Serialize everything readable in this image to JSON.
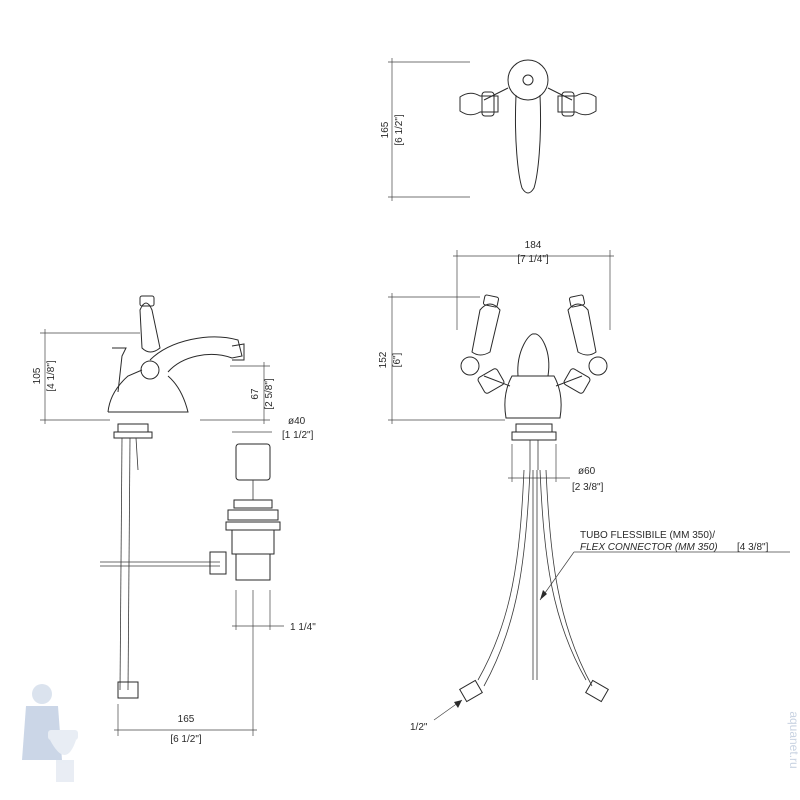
{
  "top_view": {
    "dim_height_mm": "165",
    "dim_height_in": "[6 1/2\"]"
  },
  "side_view": {
    "dim_height_mm": "105",
    "dim_height_in": "[4 1/8\"]",
    "dim_spout_mm": "67",
    "dim_spout_in": "[2 5/8\"]",
    "dim_waste_dia_mm": "ø40",
    "dim_waste_dia_in": "[1 1/2\"]",
    "dim_waste_thread": "1 1/4\"",
    "dim_depth_mm": "165",
    "dim_depth_in": "[6 1/2\"]"
  },
  "front_view": {
    "dim_width_mm": "184",
    "dim_width_in": "[7 1/4\"]",
    "dim_height_mm": "152",
    "dim_height_in": "[6\"]",
    "dim_base_dia_mm": "ø60",
    "dim_base_dia_in": "[2 3/8\"]",
    "flex_label_it": "TUBO FLESSIBILE (MM 350)/",
    "flex_label_en": "FLEX CONNECTOR (MM 350)",
    "flex_label_in": "[4 3/8\"]",
    "connector_thread": "1/2\""
  },
  "watermark": {
    "text": "aquanet.ru",
    "logo": "plumber-mascot-icon"
  },
  "colors": {
    "line": "#2a2a2a",
    "watermark": "#c9d3e2"
  }
}
